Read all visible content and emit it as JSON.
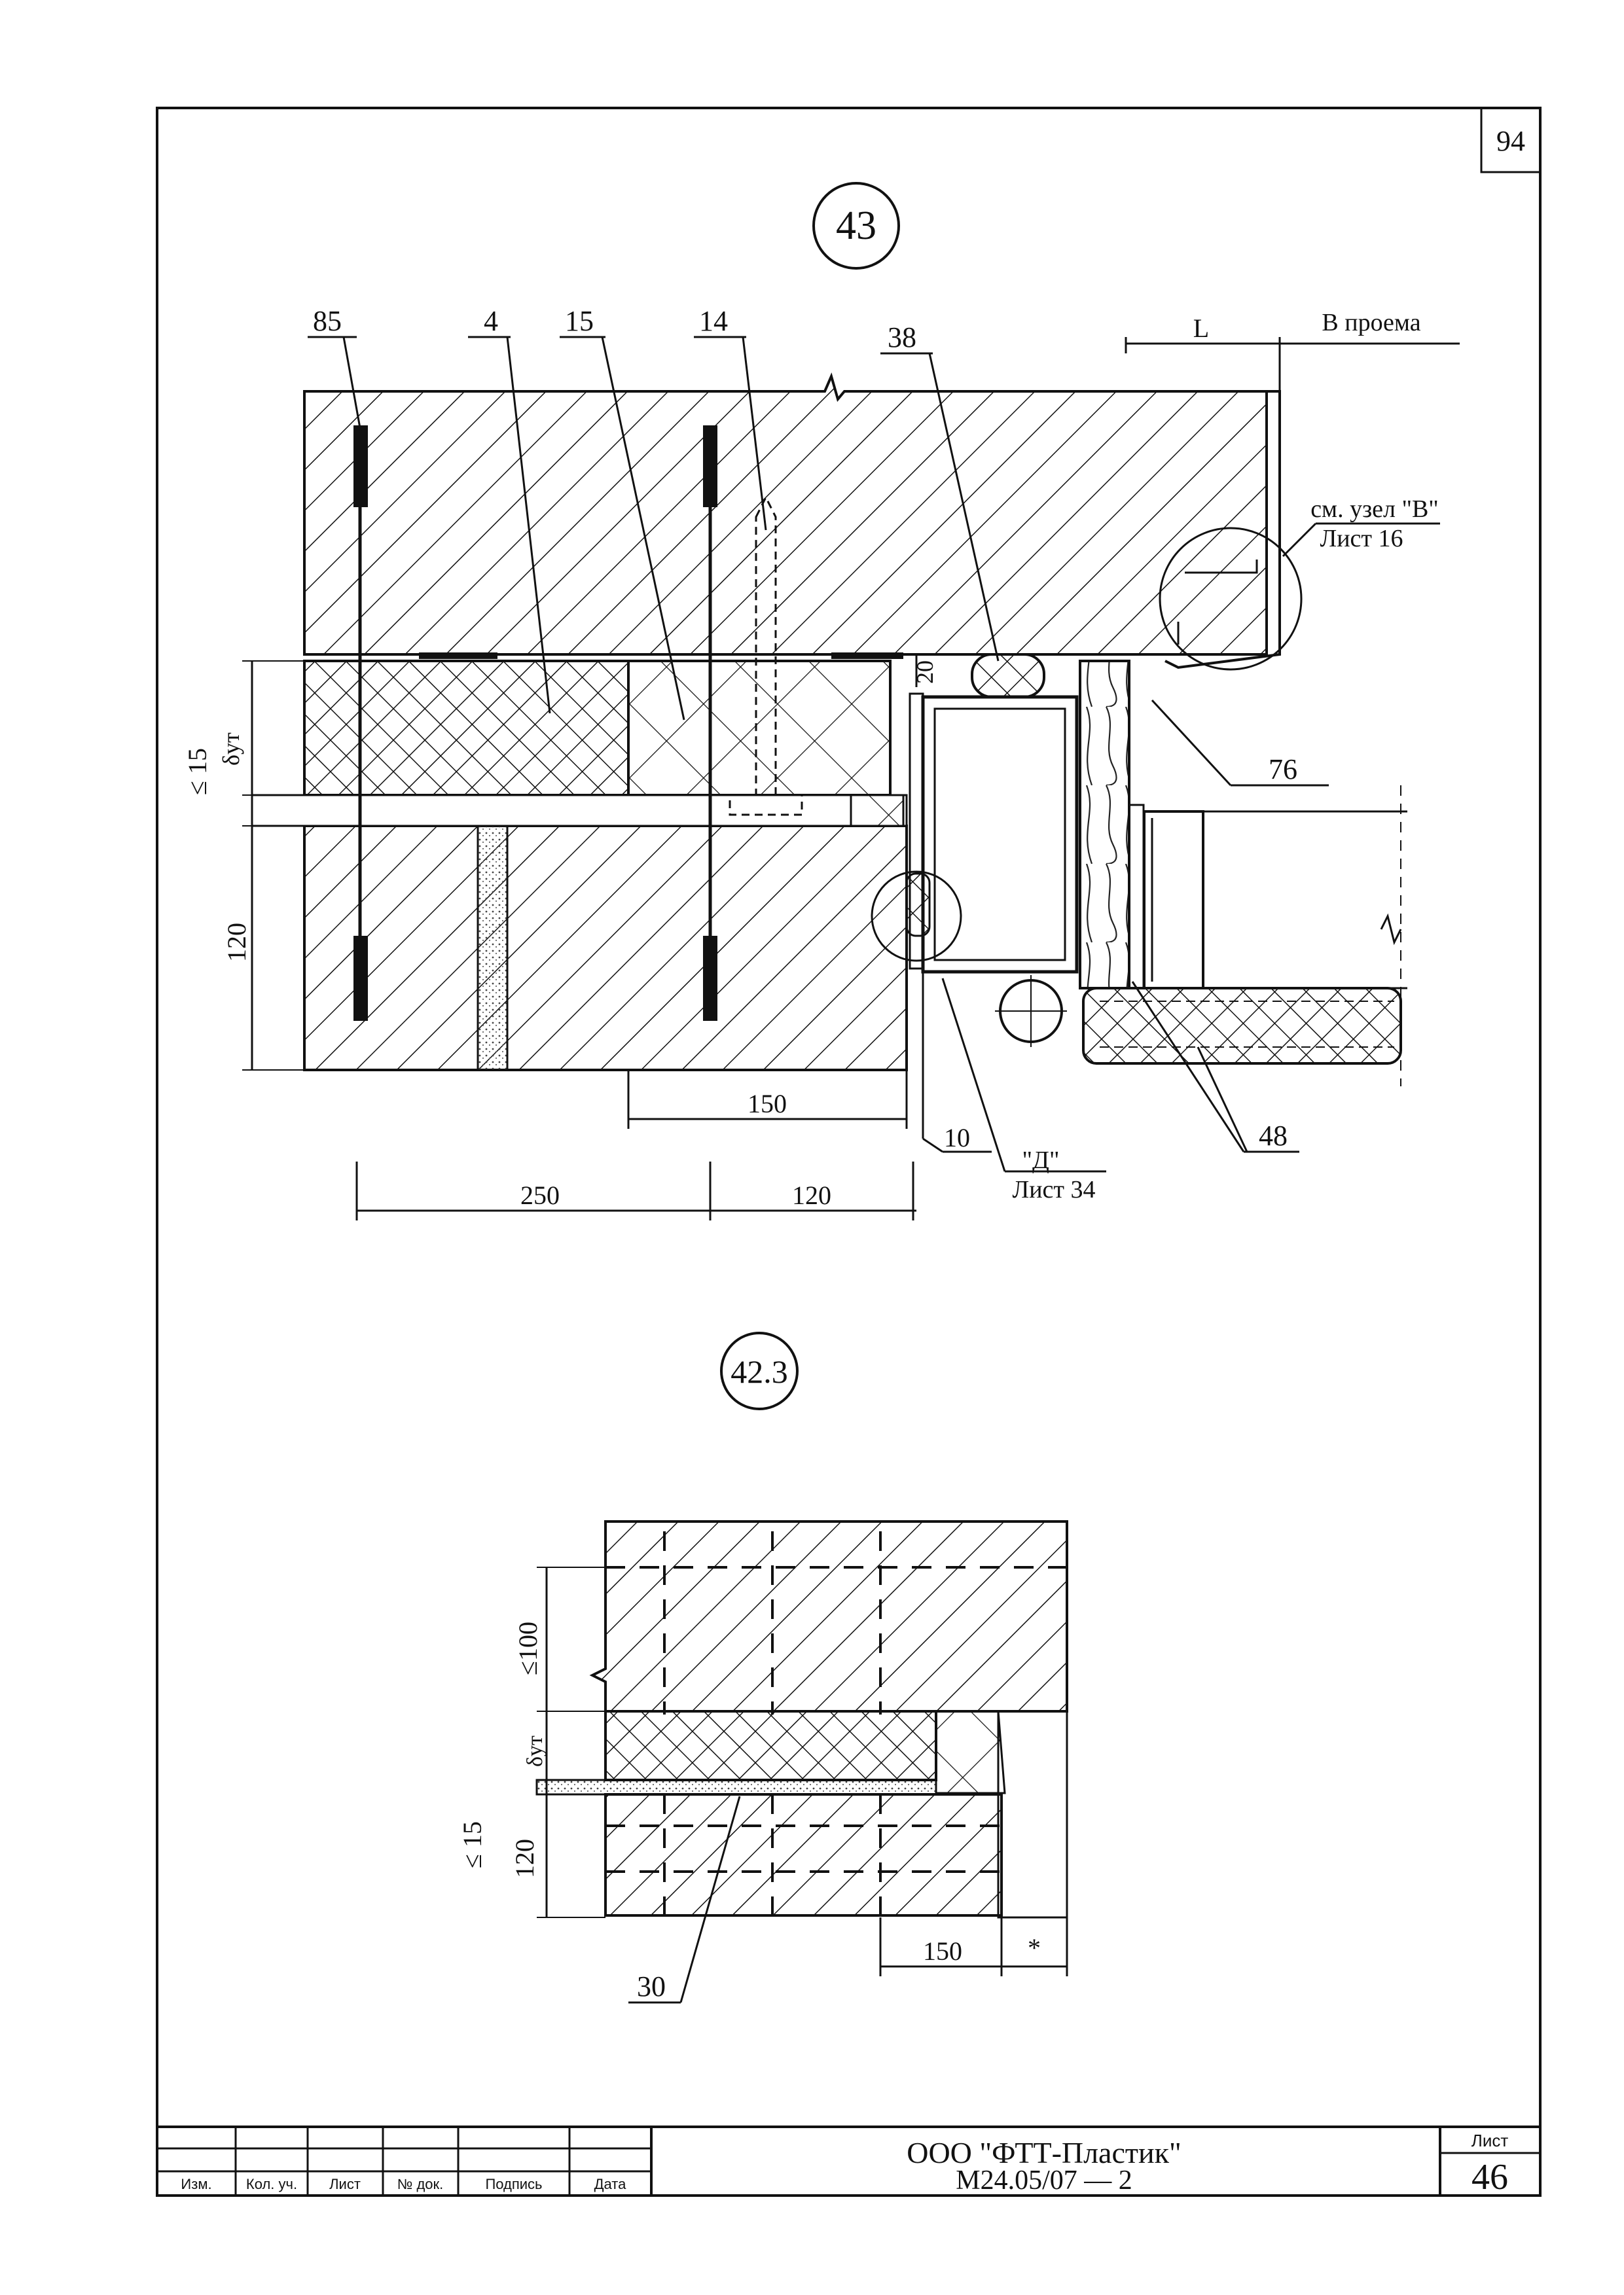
{
  "sheet": {
    "corner_number": "94",
    "sheet_label": "Лист",
    "sheet_number": "46"
  },
  "node_upper": {
    "id": "43",
    "dimension_top": "L",
    "opening_label": "В проема",
    "callouts": {
      "c85": "85",
      "c4": "4",
      "c15": "15",
      "c14": "14",
      "c38": "38",
      "c76": "76",
      "c48": "48",
      "c10": "10"
    },
    "ref_b_line1": "см. узел \"В\"",
    "ref_b_line2": "Лист 16",
    "ref_d_line1": "\"Д\"",
    "ref_d_line2": "Лист 34",
    "dims": {
      "d20": "20",
      "le15": "≤ 15",
      "delta": "δут",
      "d120v": "120",
      "d150": "150",
      "d250": "250",
      "d120h": "120"
    }
  },
  "node_lower": {
    "id": "42.3",
    "dims": {
      "le100": "≤100",
      "delta": "δут",
      "le15": "≤ 15",
      "d120": "120",
      "d150": "150",
      "star": "*"
    },
    "callout_30": "30"
  },
  "title_block": {
    "col_izm": "Изм.",
    "col_kol": "Кол. уч.",
    "col_list": "Лист",
    "col_doc": "№ док.",
    "col_sign": "Подпись",
    "col_date": "Дата",
    "company": "ООО \"ФТТ-Пластик\"",
    "doc_code": "М24.05/07 — 2"
  }
}
